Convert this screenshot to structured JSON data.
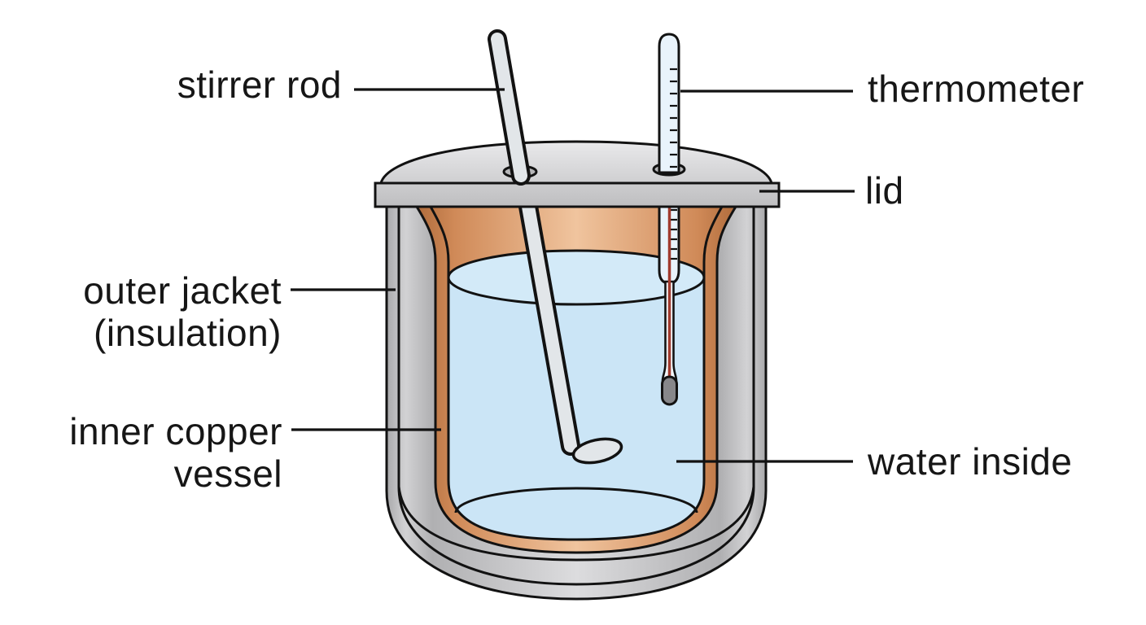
{
  "diagram": {
    "subject": "calorimeter cross-section",
    "labels": {
      "stirrer_rod": "stirrer rod",
      "thermometer": "thermometer",
      "lid": "lid",
      "outer_jacket": "outer jacket",
      "outer_jacket_sub": "(insulation)",
      "inner_vessel": "inner copper",
      "inner_vessel_sub": "vessel",
      "water": "water inside"
    }
  },
  "palette": {
    "background": "#ffffff",
    "outline": "#121212",
    "label_text": "#161616",
    "lid_gray": "#dcdcde",
    "lid_band_gray": "#c7c7c9",
    "jacket_gray": "#c3c3c5",
    "copper_light": "#f0c49e",
    "copper_mid": "#d08a58",
    "copper_dark": "#b06c3c",
    "water_blue": "#cbe5f6",
    "water_surface_blue": "#d3eaf8",
    "stirrer_gray": "#e2e6e9",
    "thermometer_tube": "#e9f3fb",
    "stem_glass": "#f2f7fb",
    "mercury_red": "#a23b2e",
    "bulb_gray": "#87878a",
    "hole_gray": "#b6b6b8"
  }
}
